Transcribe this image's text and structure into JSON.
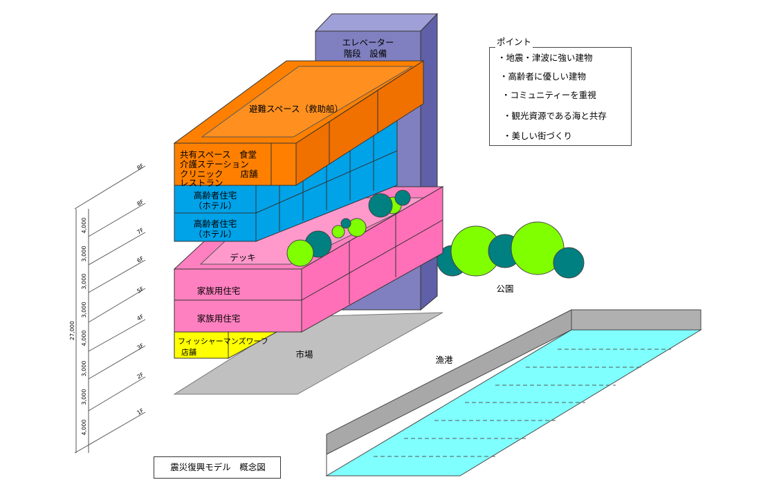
{
  "diagram": {
    "tower": {
      "line1": "エレベーター",
      "line2": "階段　設備"
    },
    "orange_roof_label": "避難スペース（救助船）",
    "orange_front_lines": [
      "共有スペース　食堂",
      "介護ステーション",
      "クリニック　　店舗",
      "レストラン"
    ],
    "blue_upper": [
      "高齢者住宅",
      "（ホテル）"
    ],
    "blue_lower": [
      "高齢者住宅",
      "（ホテル）"
    ],
    "deck_label": "デッキ",
    "pink_upper": "家族用住宅",
    "pink_lower": "家族用住宅",
    "yellow": [
      "フィッシャーマンズワーフ",
      "店舗"
    ],
    "market_label": "市場",
    "park_label": "公園",
    "harbor_label": "漁港",
    "floor_labels": [
      "1F",
      "2F",
      "3F",
      "4F",
      "5F",
      "6F",
      "7F",
      "8F",
      "8F"
    ],
    "segment_dims": [
      "4,000",
      "3,000",
      "3,000",
      "4,000",
      "3,000",
      "3,000",
      "3,000",
      "4,000"
    ],
    "total_dim": "27,000"
  },
  "points": {
    "title": "ポイント",
    "items": [
      "・地震・津波に強い建物",
      "・高齢者に優しい建物",
      "・コミュニティーを重視",
      "・観光資源である海と共存",
      "・美しい街づくり"
    ]
  },
  "caption": "震災復興モデル　概念図",
  "colors": {
    "tower": "#8080c0",
    "orange": "#ff8000",
    "blue": "#00a2e8",
    "pink": "#ff80c0",
    "yellow": "#ffff00",
    "ground": "#c0c0c0",
    "water": "#80ffff",
    "tree_light": "#80ff00",
    "tree_dark": "#008080"
  }
}
